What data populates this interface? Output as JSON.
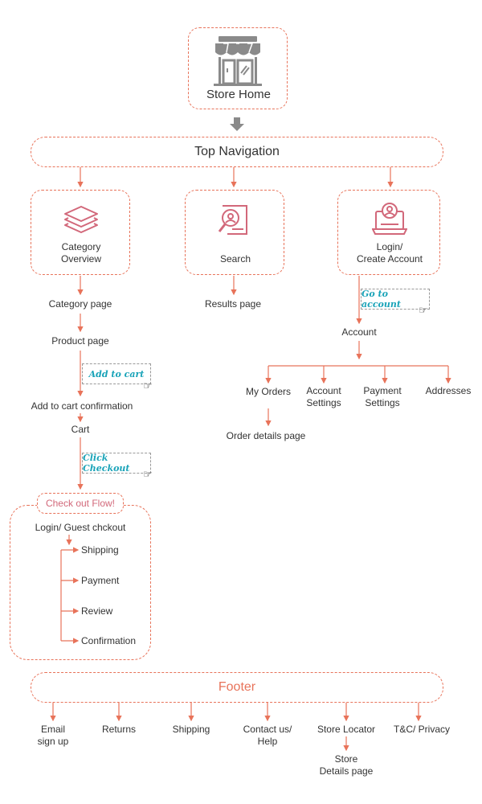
{
  "store_home": {
    "label": "Store Home"
  },
  "top_nav": {
    "label": "Top Navigation"
  },
  "sections": {
    "category": {
      "label_line1": "Category",
      "label_line2": "Overview"
    },
    "search": {
      "label": "Search"
    },
    "login": {
      "label_line1": "Login/",
      "label_line2": "Create Account"
    }
  },
  "category_flow": {
    "category_page": "Category page",
    "product_page": "Product page",
    "add_to_cart_action": "Add to cart",
    "add_to_cart_confirmation": "Add to cart confirmation",
    "cart": "Cart",
    "click_checkout_action": "Click Checkout"
  },
  "search_flow": {
    "results_page": "Results page"
  },
  "account_flow": {
    "go_to_account_action": "Go to account",
    "account": "Account",
    "my_orders": "My Orders",
    "account_settings_line1": "Account",
    "account_settings_line2": "Settings",
    "payment_settings_line1": "Payment",
    "payment_settings_line2": "Settings",
    "addresses": "Addresses",
    "order_details_page": "Order details page"
  },
  "checkout_flow": {
    "title": "Check out Flow!",
    "login_guest": "Login/ Guest chckout",
    "steps": [
      "Shipping",
      "Payment",
      "Review",
      "Confirmation"
    ]
  },
  "footer": {
    "label": "Footer",
    "items": {
      "email_line1": "Email",
      "email_line2": "sign up",
      "returns": "Returns",
      "shipping": "Shipping",
      "contact_line1": "Contact us/",
      "contact_line2": "Help",
      "store_locator": "Store Locator",
      "tc_privacy": "T&C/ Privacy",
      "store_details_line1": "Store",
      "store_details_line2": "Details page"
    }
  },
  "colors": {
    "accent": "#e8735a",
    "icon_pink": "#d2687a",
    "action_text": "#19a3b8",
    "store_icon_gray": "#8a8a8a"
  }
}
